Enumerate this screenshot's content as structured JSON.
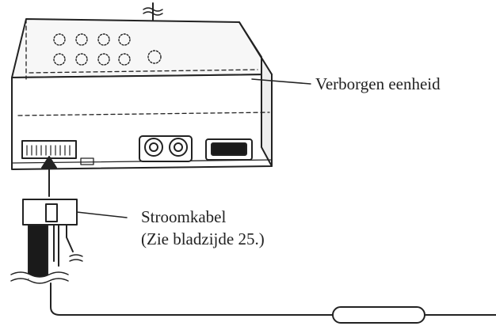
{
  "labels": {
    "hidden_unit": "Verborgen eenheid",
    "power_cable_line1": "Stroomkabel",
    "power_cable_line2": "(Zie bladzijde 25.)"
  },
  "colors": {
    "ink": "#222222",
    "background": "#ffffff",
    "unit_face": "#f7f7f7",
    "connector_dark": "#1a1a1a"
  }
}
